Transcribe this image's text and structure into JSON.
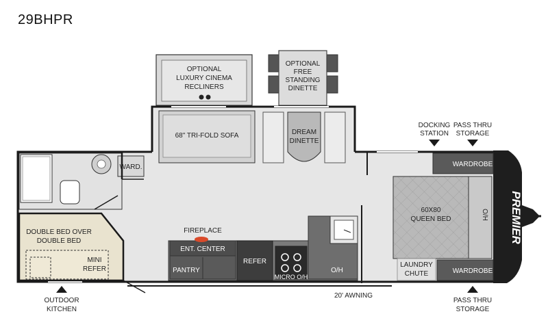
{
  "model": "29BHPR",
  "labels": {
    "optional_recliners": [
      "OPTIONAL",
      "LUXURY CINEMA",
      "RECLINERS"
    ],
    "optional_dinette": [
      "OPTIONAL",
      "FREE",
      "STANDING",
      "DINETTE"
    ],
    "sofa": "68\" TRI-FOLD SOFA",
    "dream_dinette": [
      "DREAM",
      "DINETTE"
    ],
    "docking_station": [
      "DOCKING",
      "STATION"
    ],
    "pass_thru_top": [
      "PASS THRU",
      "STORAGE"
    ],
    "wardrobe_top": "WARDROBE",
    "queen_bed": [
      "60X80",
      "QUEEN BED"
    ],
    "overhead_bed": "O/H",
    "ward": "WARD.",
    "double_bed": [
      "DOUBLE BED OVER",
      "DOUBLE BED"
    ],
    "mini_refer": [
      "MINI",
      "REFER"
    ],
    "fireplace": "FIREPLACE",
    "ent_center": "ENT. CENTER",
    "pantry": "PANTRY",
    "refer": "REFER",
    "micro": "MICRO O/H",
    "oh_cabinet": "O/H",
    "laundry_chute": [
      "LAUNDRY",
      "CHUTE"
    ],
    "wardrobe_bottom": "WARDROBE",
    "outdoor_kitchen": [
      "OUTDOOR",
      "KITCHEN"
    ],
    "awning": "20' AWNING",
    "pass_thru_bottom": [
      "PASS THRU",
      "STORAGE"
    ],
    "brand": "PREMIER"
  },
  "colors": {
    "outline": "#1a1a1a",
    "floor": "#e6e6e6",
    "cabinet_dark": "#555555",
    "bed": "#b8b8b8",
    "sofa_fill": "#d4d4d4",
    "tan": "#e9e3cf",
    "nose": "#1e1e1e"
  }
}
